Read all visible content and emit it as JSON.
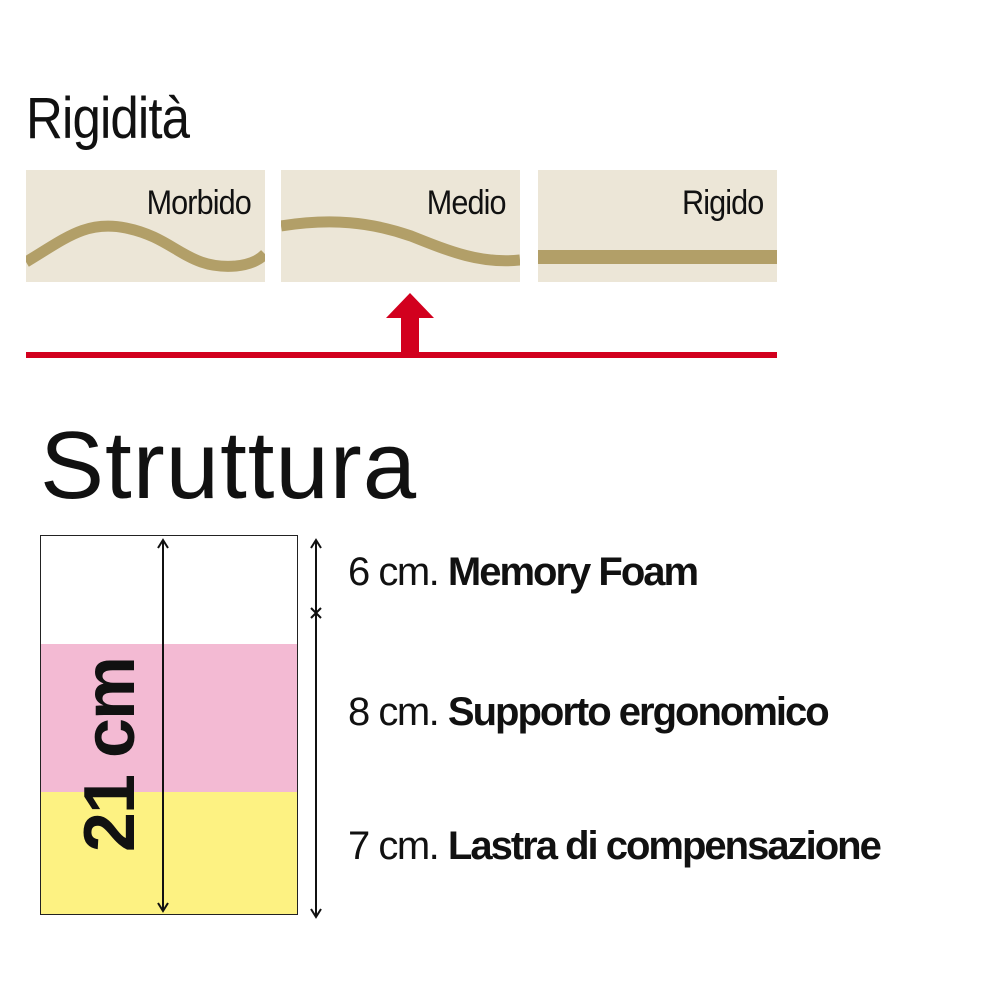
{
  "rigidity": {
    "title": "Rigidità",
    "options": [
      {
        "label": "Morbido"
      },
      {
        "label": "Medio"
      },
      {
        "label": "Rigido"
      }
    ],
    "selected_index": 1,
    "colors": {
      "panel": "#ece6d7",
      "wave": "#b29f68",
      "indicator": "#d2001e"
    }
  },
  "structure": {
    "title": "Struttura",
    "total": "21 cm",
    "layers": [
      {
        "size": "6 cm.",
        "name": "Memory Foam",
        "color": "#ffffff"
      },
      {
        "size": "8 cm.",
        "name": "Supporto ergonomico",
        "color": "#f3bad3"
      },
      {
        "size": "7 cm.",
        "name": "Lastra di compensazione",
        "color": "#fdf282"
      }
    ]
  }
}
